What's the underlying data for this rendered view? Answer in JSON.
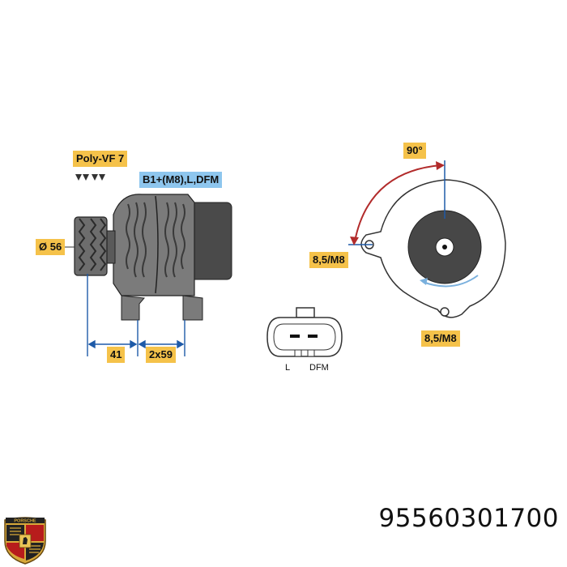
{
  "labels": {
    "belt": "Poly-VF 7",
    "connector_spec": "B1+(M8),L,DFM",
    "pulley_diameter": "Ø 56",
    "dim_left": "41",
    "dim_right": "2x59",
    "angle": "90°",
    "mount_upper": "8,5/M8",
    "mount_lower": "8,5/M8",
    "pin_l": "L",
    "pin_dfm": "DFM"
  },
  "brand": {
    "logo_text": "PORSCHE",
    "part_number": "95560301700"
  },
  "colors": {
    "tag_yellow": "#f5c24a",
    "tag_blue": "#8ec6ee",
    "body_gray": "#7b7b7b",
    "dark_gray": "#474747",
    "dim_line": "#1e5aa8",
    "arrow_red": "#b22b2b"
  }
}
